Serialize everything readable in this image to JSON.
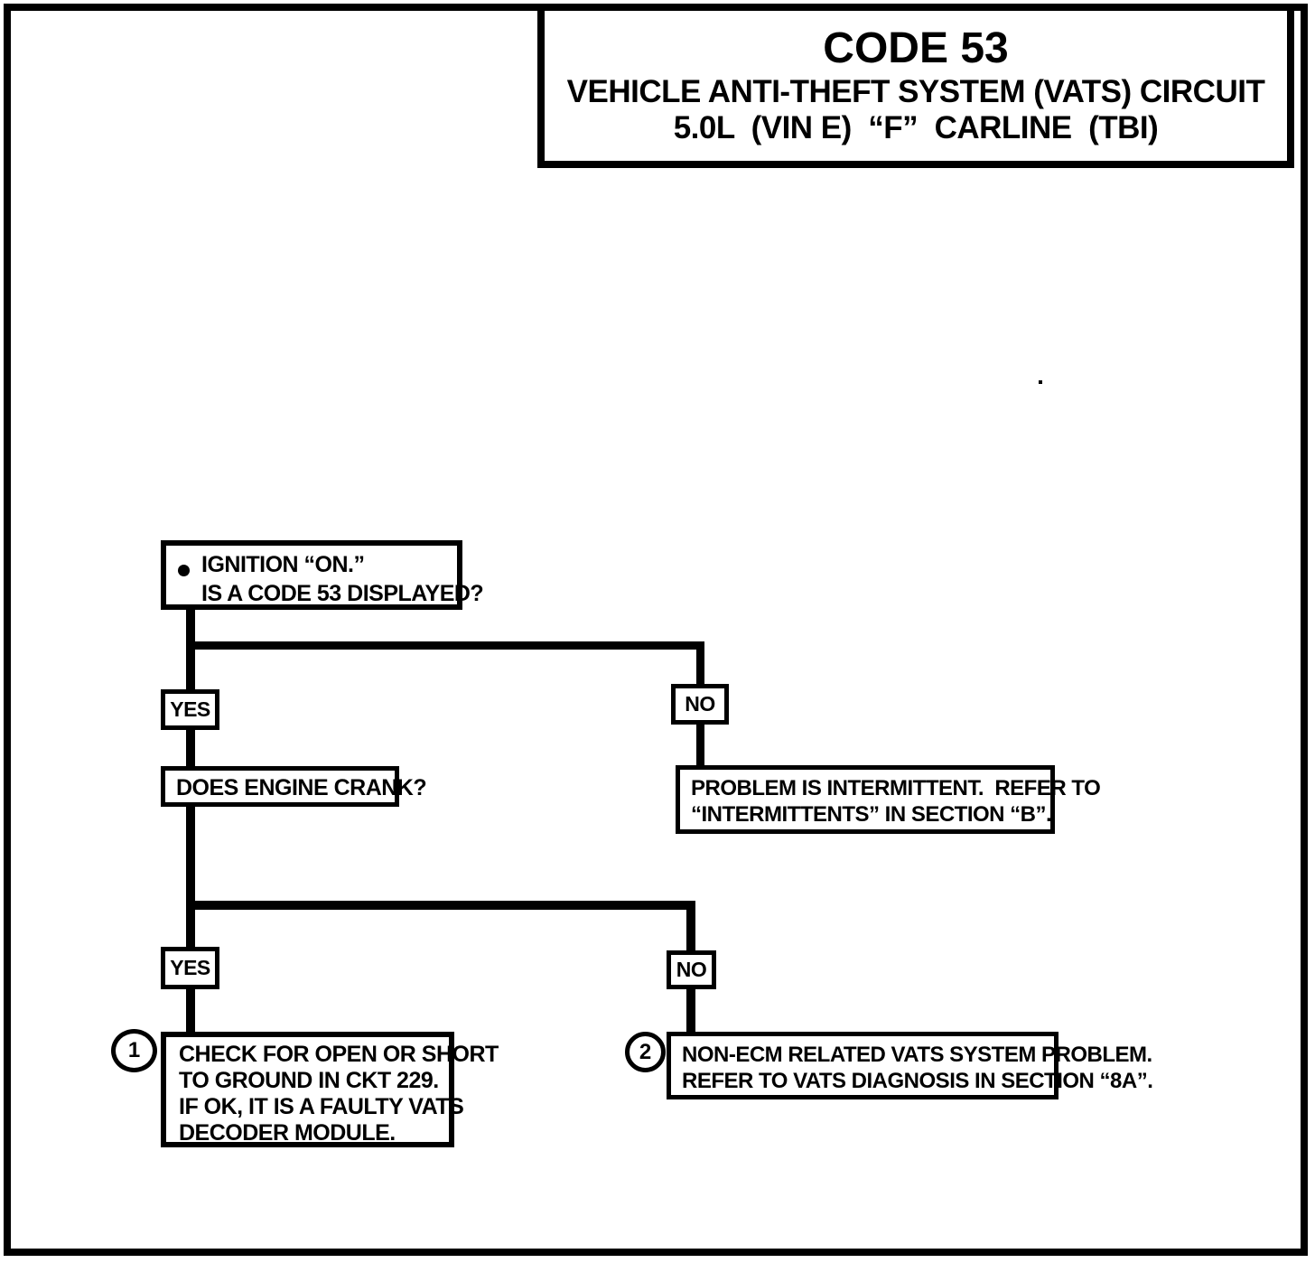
{
  "header": {
    "title": "CODE 53",
    "subtitle1": "VEHICLE ANTI-THEFT SYSTEM (VATS) CIRCUIT",
    "subtitle2": "5.0L  (VIN E)  “F”  CARLINE  (TBI)"
  },
  "flowchart": {
    "start": {
      "line1": "IGNITION “ON.”",
      "line2": "IS A CODE 53 DISPLAYED?"
    },
    "branch1": {
      "yes": "YES",
      "no": "NO"
    },
    "engine_crank_question": "DOES ENGINE CRANK?",
    "intermittent": {
      "line1": "PROBLEM IS INTERMITTENT.  REFER TO",
      "line2": "“INTERMITTENTS” IN SECTION “B”."
    },
    "branch2": {
      "yes": "YES",
      "no": "NO"
    },
    "step1": {
      "number": "1",
      "lines": [
        "CHECK FOR OPEN OR SHORT",
        "TO GROUND IN CKT 229.",
        "IF OK, IT IS A FAULTY VATS",
        "DECODER MODULE."
      ]
    },
    "step2": {
      "number": "2",
      "line1": "NON-ECM RELATED VATS SYSTEM PROBLEM.",
      "line2": "REFER TO VATS DIAGNOSIS IN SECTION “8A”."
    }
  }
}
